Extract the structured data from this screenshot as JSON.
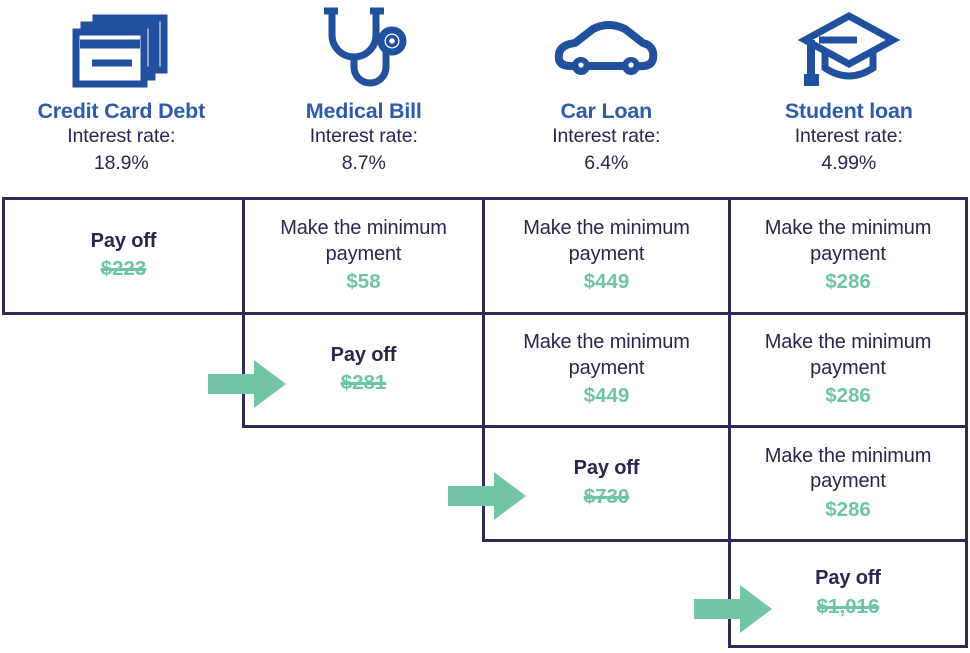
{
  "debts": [
    {
      "icon": "credit-card-icon",
      "name": "Credit Card Debt",
      "rate_label": "Interest rate:",
      "rate_value": "18.9%"
    },
    {
      "icon": "stethoscope-icon",
      "name": "Medical Bill",
      "rate_label": "Interest rate:",
      "rate_value": "8.7%"
    },
    {
      "icon": "car-icon",
      "name": "Car Loan",
      "rate_label": "Interest rate:",
      "rate_value": "6.4%"
    },
    {
      "icon": "graduation-cap-icon",
      "name": "Student loan",
      "rate_label": "Interest rate:",
      "rate_value": "4.99%"
    }
  ],
  "grid": {
    "rows": [
      {
        "cells": [
          {
            "col": 0,
            "action": "Pay off",
            "amount": "$223",
            "type": "payoff",
            "struck": true
          },
          {
            "col": 1,
            "action": "Make the minimum payment",
            "amount": "$58",
            "type": "minimum",
            "struck": false
          },
          {
            "col": 2,
            "action": "Make the minimum payment",
            "amount": "$449",
            "type": "minimum",
            "struck": false
          },
          {
            "col": 3,
            "action": "Make the minimum payment",
            "amount": "$286",
            "type": "minimum",
            "struck": false
          }
        ]
      },
      {
        "cells": [
          {
            "col": 1,
            "action": "Pay off",
            "amount": "$281",
            "type": "payoff",
            "struck": true
          },
          {
            "col": 2,
            "action": "Make the minimum payment",
            "amount": "$449",
            "type": "minimum",
            "struck": false
          },
          {
            "col": 3,
            "action": "Make the minimum payment",
            "amount": "$286",
            "type": "minimum",
            "struck": false
          }
        ]
      },
      {
        "cells": [
          {
            "col": 2,
            "action": "Pay off",
            "amount": "$730",
            "type": "payoff",
            "struck": true
          },
          {
            "col": 3,
            "action": "Make the minimum payment",
            "amount": "$286",
            "type": "minimum",
            "struck": false
          }
        ]
      },
      {
        "cells": [
          {
            "col": 3,
            "action": "Pay off",
            "amount": "$1,016",
            "type": "payoff",
            "struck": true
          }
        ]
      }
    ]
  },
  "arrows": [
    {
      "name": "snowball-arrow-row-2",
      "points_to": "Medical Bill"
    },
    {
      "name": "snowball-arrow-row-3",
      "points_to": "Car Loan"
    },
    {
      "name": "snowball-arrow-row-4",
      "points_to": "Student loan"
    }
  ],
  "colors": {
    "title_blue": "#2D5CAB",
    "icon_blue": "#21519E",
    "text_navy": "#27274F",
    "border_navy": "#2B2B55",
    "amount_green": "#6DC5A3",
    "arrow_green": "#72C6A5"
  }
}
